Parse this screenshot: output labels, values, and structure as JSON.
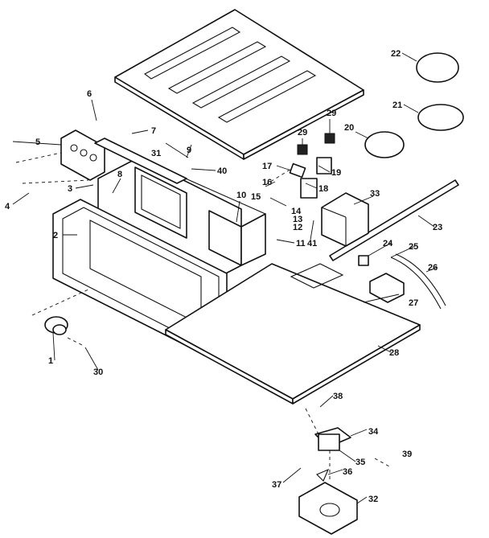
{
  "callouts": [
    {
      "id": "c1",
      "text": "1"
    },
    {
      "id": "c2",
      "text": "2"
    },
    {
      "id": "c3",
      "text": "3"
    },
    {
      "id": "c4",
      "text": "4"
    },
    {
      "id": "c5",
      "text": "5"
    },
    {
      "id": "c6",
      "text": "6"
    },
    {
      "id": "c7",
      "text": "7"
    },
    {
      "id": "c8",
      "text": "8"
    },
    {
      "id": "c9",
      "text": "9"
    },
    {
      "id": "c10",
      "text": "10"
    },
    {
      "id": "c11",
      "text": "11"
    },
    {
      "id": "c12",
      "text": "12"
    },
    {
      "id": "c13",
      "text": "13"
    },
    {
      "id": "c14",
      "text": "14"
    },
    {
      "id": "c15",
      "text": "15"
    },
    {
      "id": "c16",
      "text": "16"
    },
    {
      "id": "c17",
      "text": "17"
    },
    {
      "id": "c18",
      "text": "18"
    },
    {
      "id": "c19",
      "text": "19"
    },
    {
      "id": "c20",
      "text": "20"
    },
    {
      "id": "c21",
      "text": "21"
    },
    {
      "id": "c22",
      "text": "22"
    },
    {
      "id": "c23",
      "text": "23"
    },
    {
      "id": "c24",
      "text": "24"
    },
    {
      "id": "c25",
      "text": "25"
    },
    {
      "id": "c26",
      "text": "26"
    },
    {
      "id": "c27",
      "text": "27"
    },
    {
      "id": "c28",
      "text": "28"
    },
    {
      "id": "c29a",
      "text": "29"
    },
    {
      "id": "c29b",
      "text": "29"
    },
    {
      "id": "c30",
      "text": "30"
    },
    {
      "id": "c31",
      "text": "31"
    },
    {
      "id": "c32",
      "text": "32"
    },
    {
      "id": "c33",
      "text": "33"
    },
    {
      "id": "c34",
      "text": "34"
    },
    {
      "id": "c35",
      "text": "35"
    },
    {
      "id": "c36",
      "text": "36"
    },
    {
      "id": "c37",
      "text": "37"
    },
    {
      "id": "c38",
      "text": "38"
    },
    {
      "id": "c39",
      "text": "39"
    },
    {
      "id": "c40",
      "text": "40"
    },
    {
      "id": "c41",
      "text": "41"
    }
  ]
}
